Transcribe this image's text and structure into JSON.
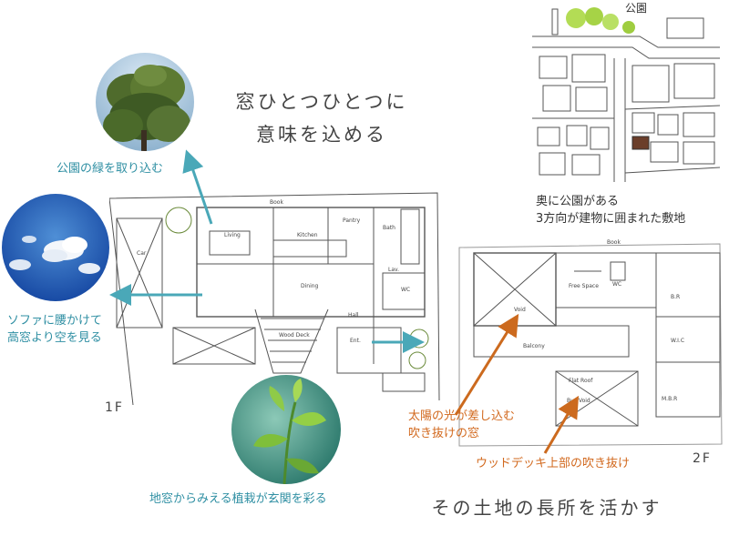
{
  "headline": {
    "line1": "窓ひとつひとつに",
    "line2": "意味を込める"
  },
  "footer_headline": "その土地の長所を活かす",
  "site_map": {
    "park_label": "公園",
    "caption_line1": "奥に公園がある",
    "caption_line2": "3方向が建物に囲まれた敷地"
  },
  "callouts": {
    "park_green": "公園の緑を取り込む",
    "sofa_sky_line1": "ソファに腰かけて",
    "sofa_sky_line2": "高窓より空を見る",
    "ground_window": "地窓からみえる植栽が玄関を彩る",
    "sun_window_line1": "太陽の光が差し込む",
    "sun_window_line2": "吹き抜けの窓",
    "wood_deck": "ウッドデッキ上部の吹き抜け"
  },
  "plans": {
    "first_floor_label": "1F",
    "second_floor_label": "2F",
    "first_floor_rooms": [
      "Book",
      "Pantry",
      "Living",
      "Kitchen",
      "Bath",
      "Dining",
      "Lav.",
      "WC",
      "Hall",
      "Car",
      "Wood Deck",
      "Ent."
    ],
    "second_floor_rooms": [
      "Book",
      "WC",
      "Void",
      "Balcony",
      "B.R",
      "W.I.C",
      "Flat Roof",
      "Bus Void",
      "M.B.R",
      "Free Space"
    ]
  },
  "colors": {
    "teal_arrow": "#4aa8b8",
    "orange_arrow": "#cc6a1e",
    "teal_text": "#2f8fa3",
    "orange_text": "#d2691e"
  }
}
